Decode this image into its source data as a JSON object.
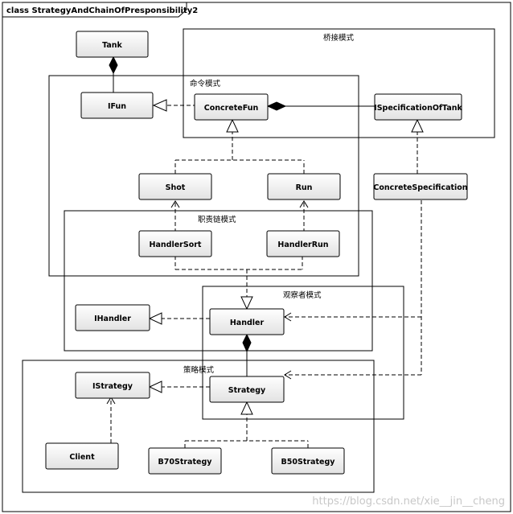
{
  "frame": {
    "title": "class StrategyAndChainOfPresponsibility2"
  },
  "regions": {
    "bridge": "桥接模式",
    "command": "命令模式",
    "chain": "职责链模式",
    "observer": "观察者模式",
    "strategy": "策略模式"
  },
  "classes": {
    "tank": "Tank",
    "ifun": "IFun",
    "concrete_fun": "ConcreteFun",
    "ispecification_of_tank": "ISpecificationOfTank",
    "shot": "Shot",
    "run": "Run",
    "concrete_specification": "ConcreteSpecification",
    "handler_sort": "HandlerSort",
    "handler_run": "HandlerRun",
    "ihandler": "IHandler",
    "handler": "Handler",
    "istrategy": "IStrategy",
    "strategy": "Strategy",
    "client": "Client",
    "b70_strategy": "B70Strategy",
    "b50_strategy": "B50Strategy"
  },
  "watermark": "https://blog.csdn.net/xie__jin__cheng"
}
